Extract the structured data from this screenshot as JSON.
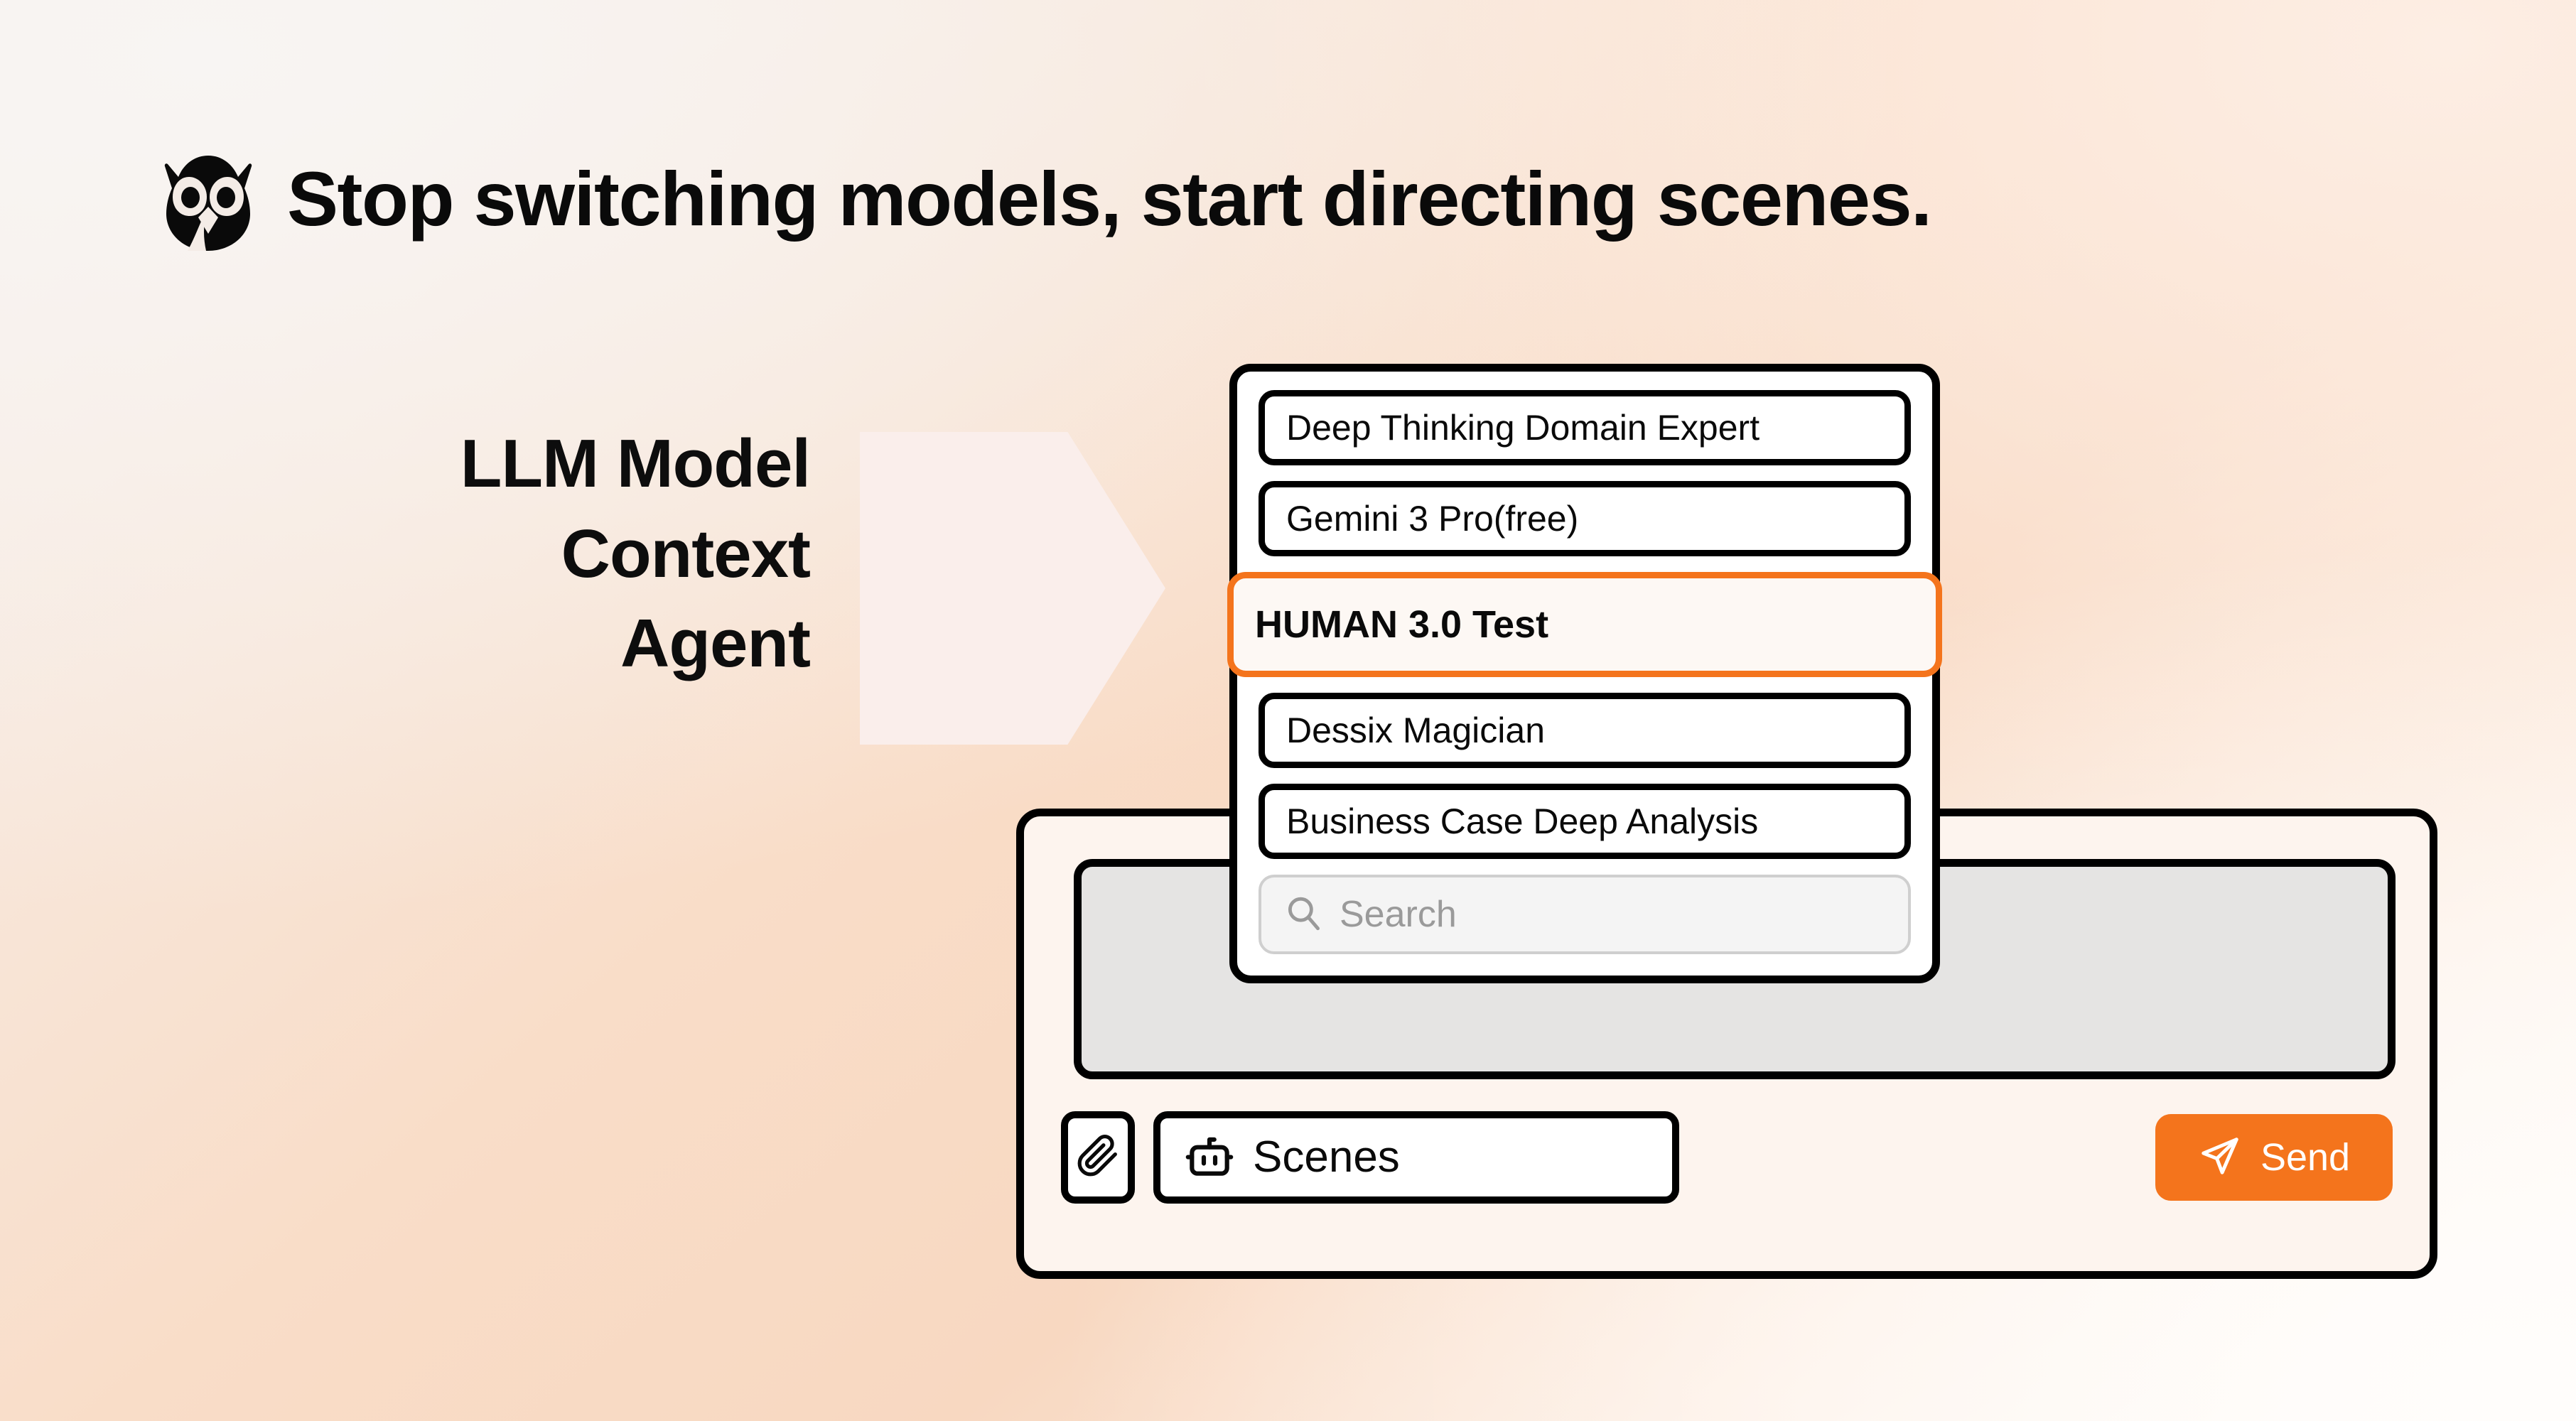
{
  "header": {
    "logo_icon": "owl-icon",
    "headline": "Stop switching models, start directing scenes."
  },
  "stack_label": {
    "line1": "LLM Model",
    "line2": "Context",
    "line3": "Agent"
  },
  "flow": {
    "arrow_icon": "right-arrow-shape"
  },
  "model_dropdown": {
    "items": [
      {
        "label": "Deep Thinking Domain Expert",
        "selected": false
      },
      {
        "label": "Gemini 3 Pro(free)",
        "selected": false
      },
      {
        "label": "HUMAN 3.0 Test",
        "selected": true
      },
      {
        "label": "Dessix Magician",
        "selected": false
      },
      {
        "label": "Business Case Deep Analysis",
        "selected": false
      }
    ],
    "search": {
      "icon": "search-icon",
      "placeholder": "Search",
      "value": ""
    }
  },
  "chat_panel": {
    "input_value": "",
    "toolbar": {
      "attach_icon": "paperclip-icon",
      "scenes_icon": "robot-icon",
      "scenes_label": "Scenes",
      "send_icon": "send-plane-icon",
      "send_label": "Send"
    }
  },
  "colors": {
    "accent_orange": "#f4741c",
    "outline_black": "#000000",
    "panel_cream": "#fdf4ee",
    "input_gray": "#e5e4e3",
    "arrow_pink": "#faeeeb",
    "search_gray": "#f4f4f4",
    "placeholder_gray": "#9a9a9a"
  }
}
